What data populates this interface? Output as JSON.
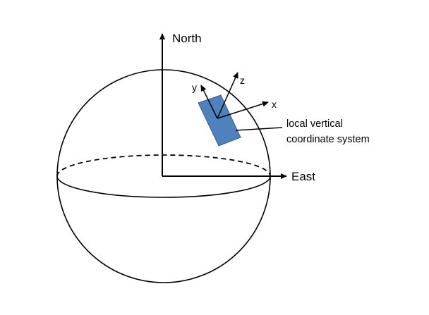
{
  "labels": {
    "north": "North",
    "east": "East",
    "x": "x",
    "y": "y",
    "z": "z",
    "annotation_line1": "local vertical",
    "annotation_line2": "coordinate system"
  },
  "colors": {
    "plate_fill": "#4f81bd",
    "plate_stroke": "#385d8a",
    "line": "#000000"
  }
}
